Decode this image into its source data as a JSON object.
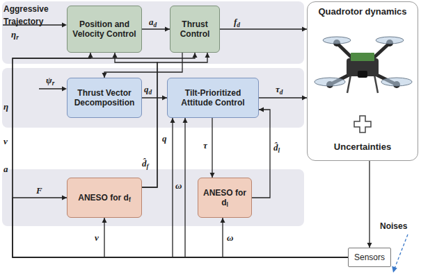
{
  "diagram": {
    "nodes": [
      {
        "text": [
          "Position and Velocity Control"
        ]
      },
      {
        "text": [
          "Thrust Control"
        ]
      },
      {
        "text": [
          "Quadrotor dynamics",
          "Uncertainties"
        ]
      },
      {
        "text": [
          "Thrust Vector Decomposition"
        ]
      },
      {
        "text": [
          "Tilt-Prioritized Attitude Control"
        ]
      },
      {
        "text": [
          "ANESO for df"
        ]
      },
      {
        "text": [
          "ANESO for dl"
        ]
      },
      {
        "text": [
          "Sensors"
        ]
      }
    ],
    "edges": [
      {
        "from": 0,
        "to": 1,
        "label": "ad",
        "arrow": "to"
      },
      {
        "from": 1,
        "to": 2,
        "label": "fd",
        "arrow": "to"
      },
      {
        "from": 3,
        "to": 4,
        "label": "qd",
        "arrow": "to"
      },
      {
        "from": 4,
        "to": 2,
        "label": "τd",
        "arrow": "to"
      },
      {
        "from": 1,
        "to": 3,
        "arrow": "to"
      },
      {
        "from": 5,
        "to": 0,
        "label": "d̂f",
        "arrow": "to"
      },
      {
        "from": 5,
        "to": 1,
        "arrow": "to"
      },
      {
        "from": 7,
        "to": 5,
        "label": "v",
        "arrow": "to"
      },
      {
        "from": 7,
        "to": 0,
        "arrow": "to"
      },
      {
        "from": 7,
        "to": 1,
        "arrow": "to"
      },
      {
        "from": 7,
        "to": 5,
        "label": "F",
        "arrow": "to"
      },
      {
        "from": 7,
        "to": 4,
        "label": "q",
        "arrow": "to"
      },
      {
        "from": 7,
        "to": 4,
        "label": "ω",
        "arrow": "to"
      },
      {
        "from": 7,
        "to": 6,
        "label": "ω",
        "arrow": "to"
      },
      {
        "from": 4,
        "to": 6,
        "label": "τ",
        "arrow": "to"
      },
      {
        "from": 6,
        "to": 4,
        "label": "d̂l",
        "arrow": "to"
      },
      {
        "from": 2,
        "to": 7,
        "arrow": "to"
      }
    ],
    "labels": [
      "Aggressive Trajectory",
      "ηr",
      "ψr",
      "η",
      "v",
      "a",
      "Noises"
    ]
  }
}
